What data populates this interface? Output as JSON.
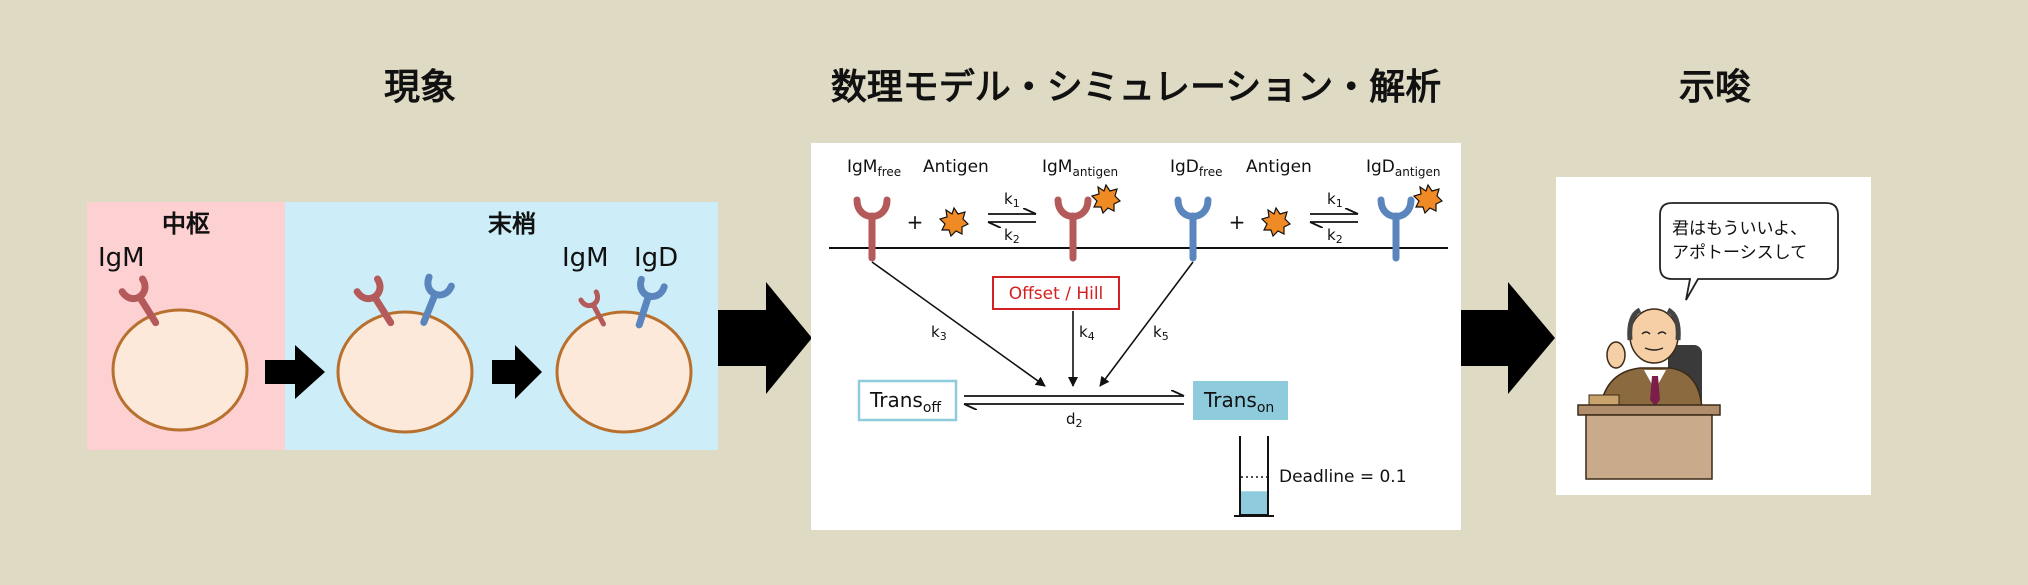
{
  "titles": {
    "phenomenon": "現象",
    "model": "数理モデル・シミュレーション・解析",
    "implication": "示唆"
  },
  "panel_left": {
    "central_label": "中枢",
    "peripheral_label": "末梢",
    "igm_label_1": "IgM",
    "igm_label_2": "IgM",
    "igd_label": "IgD",
    "colors": {
      "central_bg": "#fdd0d2",
      "peripheral_bg": "#cdeef8",
      "cell_fill": "#fde9d9",
      "cell_stroke": "#b8702f",
      "igm": "#b55a5a",
      "igd": "#5b86bd"
    }
  },
  "model": {
    "igm_free": {
      "base": "IgM",
      "sub": "free"
    },
    "antigen_1": "Antigen",
    "igm_antigen": {
      "base": "IgM",
      "sub": "antigen"
    },
    "igd_free": {
      "base": "IgD",
      "sub": "free"
    },
    "antigen_2": "Antigen",
    "igd_antigen": {
      "base": "IgD",
      "sub": "antigen"
    },
    "plus_1": "+",
    "plus_2": "+",
    "k1_a": {
      "base": "k",
      "sub": "1"
    },
    "k2_a": {
      "base": "k",
      "sub": "2"
    },
    "k1_b": {
      "base": "k",
      "sub": "1"
    },
    "k2_b": {
      "base": "k",
      "sub": "2"
    },
    "k3": {
      "base": "k",
      "sub": "3"
    },
    "k4": {
      "base": "k",
      "sub": "4"
    },
    "k5": {
      "base": "k",
      "sub": "5"
    },
    "d2": {
      "base": "d",
      "sub": "2"
    },
    "offset_hill": "Offset / Hill",
    "trans_off": {
      "base": "Trans",
      "sub": "off"
    },
    "trans_on": {
      "base": "Trans",
      "sub": "on"
    },
    "deadline": "Deadline = 0.1",
    "deadline_fill_fraction": 0.3,
    "colors": {
      "offset_red": "#d42020",
      "trans_on_bg": "#8ecbdc",
      "trans_off_border": "#8ecbdc",
      "antigen": "#f08a24"
    }
  },
  "speech": {
    "line1": "君はもういいよ、",
    "line2": "アポトーシスして"
  }
}
